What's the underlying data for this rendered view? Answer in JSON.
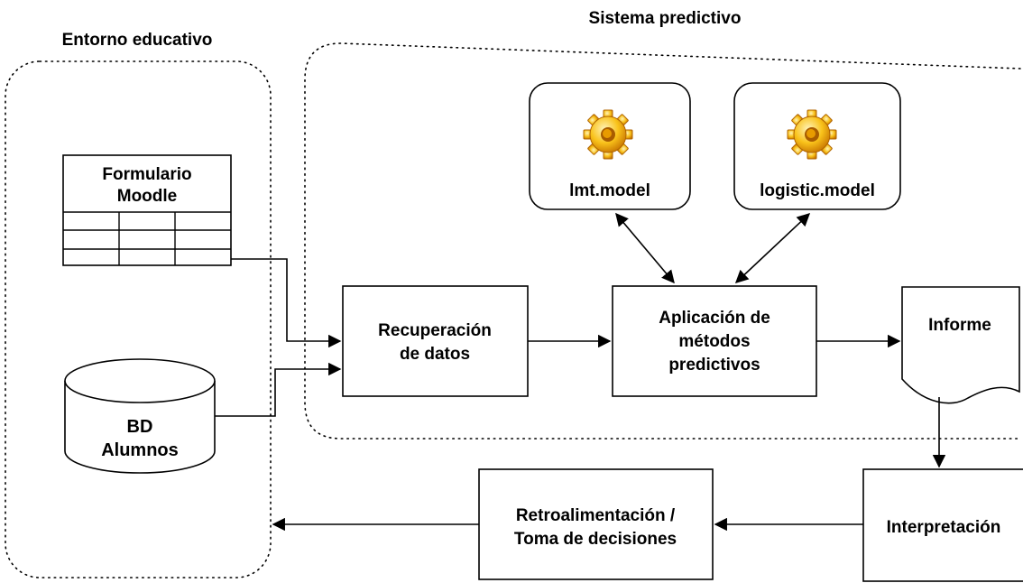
{
  "groups": {
    "educational": "Entorno educativo",
    "predictive": "Sistema predictivo"
  },
  "nodes": {
    "form": {
      "line1": "Formulario",
      "line2": "Moodle"
    },
    "db": {
      "line1": "BD",
      "line2": "Alumnos"
    },
    "retrieval": {
      "line1": "Recuperación",
      "line2": "de datos"
    },
    "application": {
      "line1": "Aplicación de",
      "line2": "métodos",
      "line3": "predictivos"
    },
    "lmt": {
      "label": "lmt.model",
      "icon": "gear-icon"
    },
    "logistic": {
      "label": "logistic.model",
      "icon": "gear-icon"
    },
    "report": {
      "label": "Informe"
    },
    "interpretation": {
      "label": "Interpretación"
    },
    "feedback": {
      "line1": "Retroalimentación /",
      "line2": "Toma de decisiones"
    }
  },
  "colors": {
    "stroke": "#000000",
    "gear_light": "#fde9a0",
    "gear_mid": "#f7b500",
    "gear_dark": "#b86b00"
  }
}
